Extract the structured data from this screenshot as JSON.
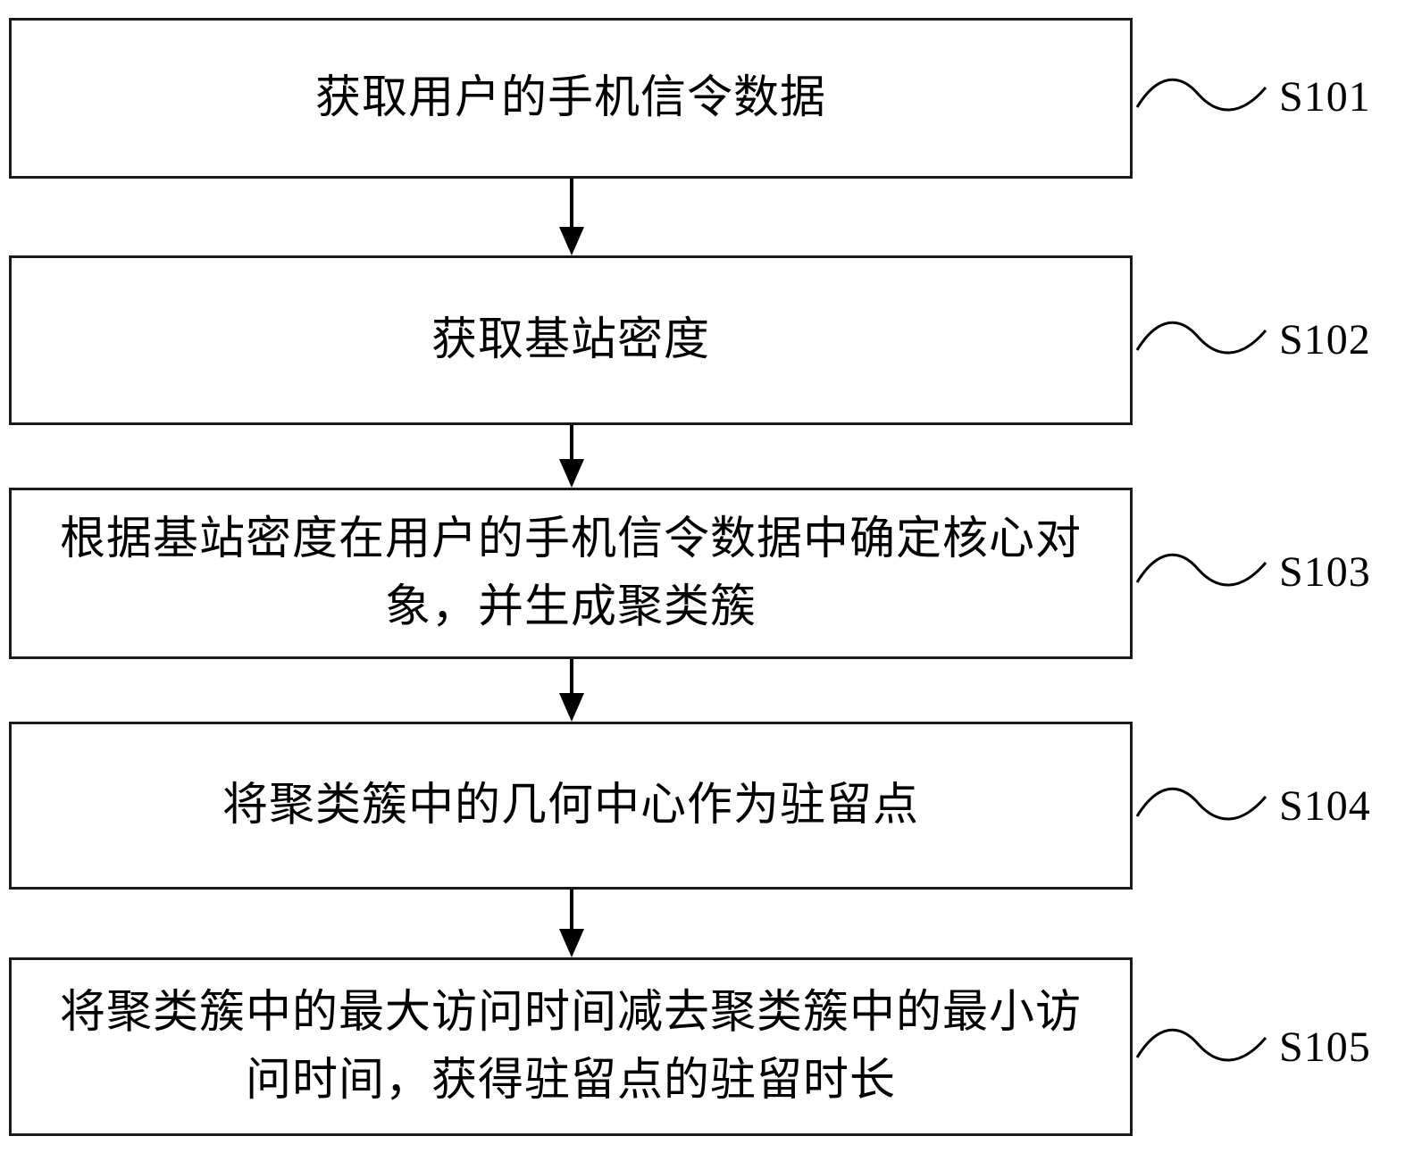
{
  "figure": {
    "kind": "flowchart",
    "background_color": "#ffffff",
    "line_color": "#000000"
  },
  "steps": [
    {
      "label": "S101",
      "text": "获取用户的手机信令数据"
    },
    {
      "label": "S102",
      "text": "获取基站密度"
    },
    {
      "label": "S103",
      "text": "根据基站密度在用户的手机信令数据中确定核心对象，并生成聚类簇"
    },
    {
      "label": "S104",
      "text": "将聚类簇中的几何中心作为驻留点"
    },
    {
      "label": "S105",
      "text": "将聚类簇中的最大访问时间减去聚类簇中的最小访问时间，获得驻留点的驻留时长"
    }
  ]
}
